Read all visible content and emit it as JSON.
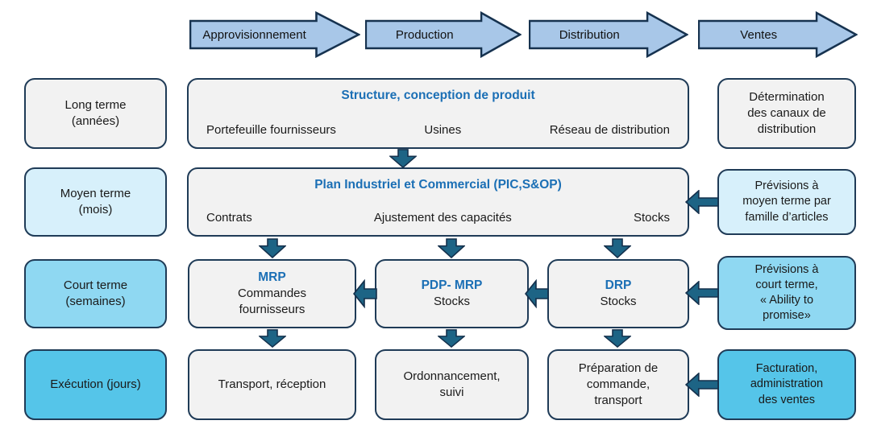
{
  "colors": {
    "flow_arrow_fill": "#A8C7E8",
    "connector_arrow_fill": "#1D6485",
    "outline_navy": "#1F3B57",
    "box_gray": "#F2F2F2",
    "tint_light_blue": "#D7F0FB",
    "tint_medium_blue": "#8FD8F2",
    "tint_strong_blue": "#55C5E9",
    "title_blue": "#1B6FB5"
  },
  "flow_arrows": [
    "Approvisionnement",
    "Production",
    "Distribution",
    "Ventes"
  ],
  "left_column": [
    "Long terme\n(années)",
    "Moyen terme\n(mois)",
    "Court terme\n(semaines)",
    "Exécution (jours)"
  ],
  "main": {
    "row1": {
      "title": "Structure, conception de produit",
      "items": [
        "Portefeuille fournisseurs",
        "Usines",
        "Réseau de distribution"
      ]
    },
    "row2": {
      "title": "Plan Industriel et Commercial (PIC,S&OP)",
      "items": [
        "Contrats",
        "Ajustement des capacités",
        "Stocks"
      ]
    },
    "row3": [
      {
        "title": "MRP",
        "body": "Commandes\nfournisseurs"
      },
      {
        "title": "PDP- MRP",
        "body": "Stocks"
      },
      {
        "title": "DRP",
        "body": "Stocks"
      }
    ],
    "row4": [
      "Transport, réception",
      "Ordonnancement,\nsuivi",
      "Préparation de\ncommande,\ntransport"
    ]
  },
  "right_column": [
    "Détermination\ndes canaux de\ndistribution",
    "Prévisions à\nmoyen terme par\nfamille d’articles",
    "Prévisions à\ncourt terme,\n« Ability to\npromise»",
    "Facturation,\nadministration\ndes ventes"
  ]
}
